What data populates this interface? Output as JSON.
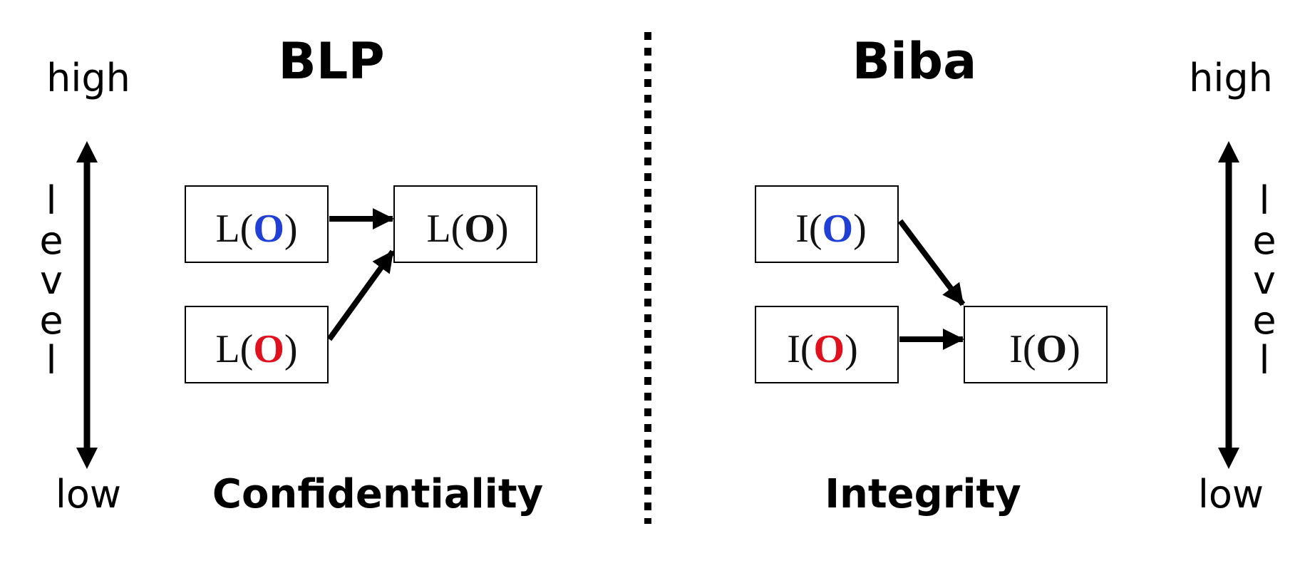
{
  "colors": {
    "ink": "#000000",
    "blue_object": "#1f3fd6",
    "red_object": "#e0101c"
  },
  "blp": {
    "title": "BLP",
    "caption": "Confidentiality",
    "level_high": "high",
    "level_low": "low",
    "level_axis_letters": [
      "l",
      "e",
      "v",
      "e",
      "l"
    ],
    "boxes": {
      "top_left": {
        "fn": "L",
        "obj": "O",
        "color": "blue"
      },
      "bottom_left": {
        "fn": "L",
        "obj": "O",
        "color": "red"
      },
      "target": {
        "fn": "L",
        "obj": "O",
        "color": "black"
      }
    }
  },
  "biba": {
    "title": "Biba",
    "caption": "Integrity",
    "level_high": "high",
    "level_low": "low",
    "level_axis_letters": [
      "l",
      "e",
      "v",
      "e",
      "l"
    ],
    "boxes": {
      "top_left": {
        "fn": "I",
        "obj": "O",
        "color": "blue"
      },
      "bottom_left": {
        "fn": "I",
        "obj": "O",
        "color": "red"
      },
      "target": {
        "fn": "I",
        "obj": "O",
        "color": "black"
      }
    }
  }
}
